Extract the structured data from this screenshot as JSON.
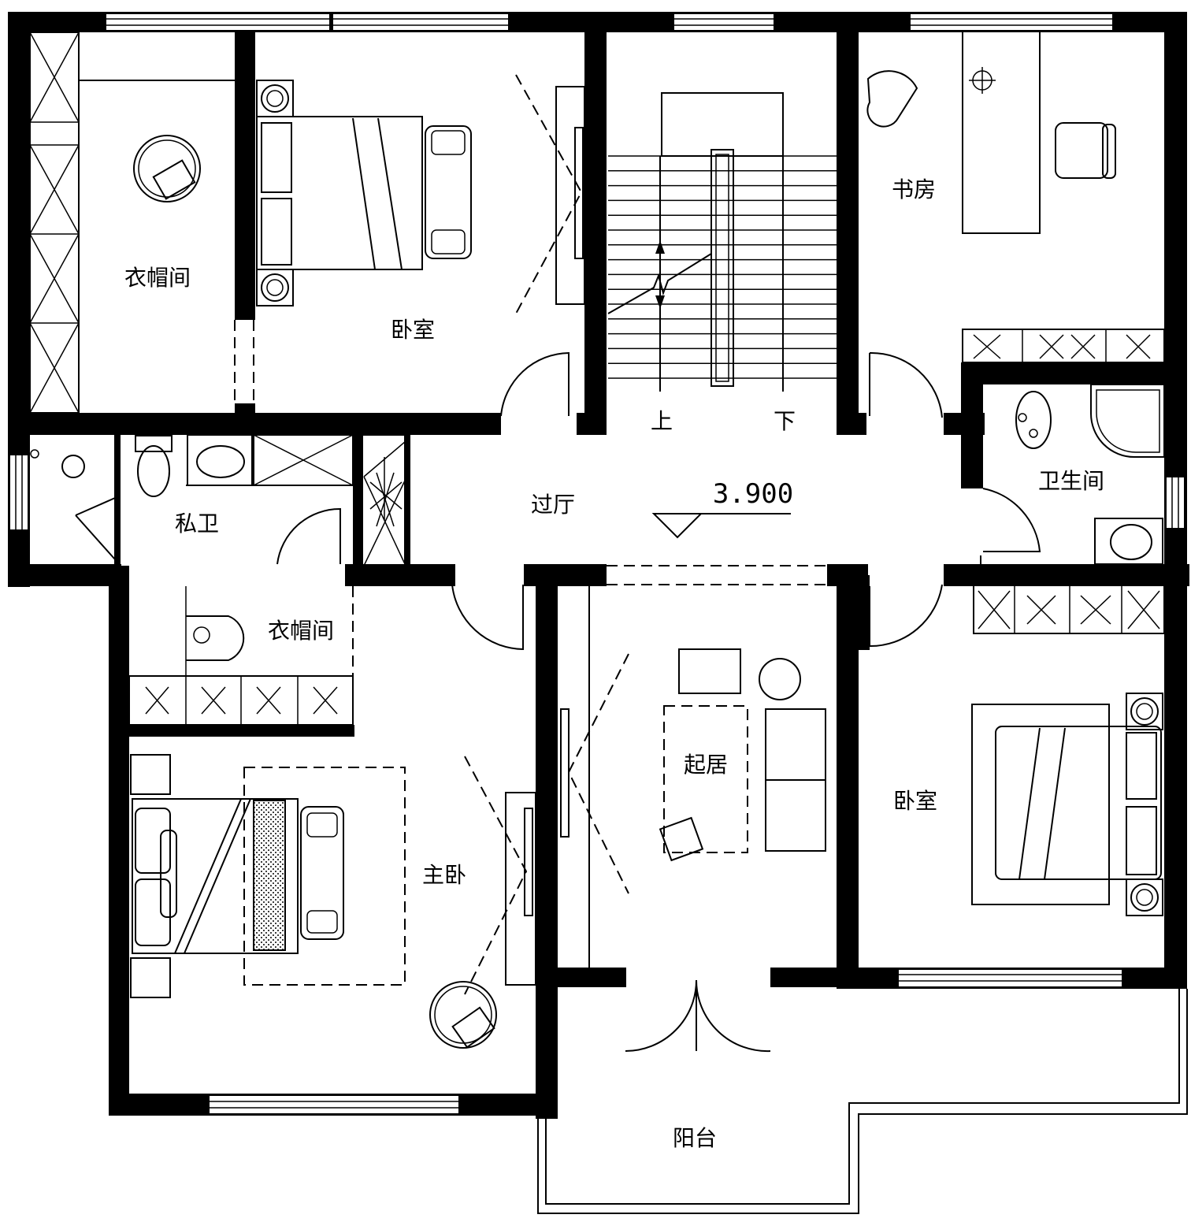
{
  "rooms": {
    "wardrobe_nw": "衣帽间",
    "bedroom_n": "卧室",
    "study": "书房",
    "bathroom": "卫生间",
    "private_bath": "私卫",
    "hall": "过厅",
    "wardrobe_w": "衣帽间",
    "living": "起居",
    "bedroom_e": "卧室",
    "master_bedroom": "主卧",
    "balcony": "阳台"
  },
  "stair": {
    "up": "上",
    "down": "下"
  },
  "level": {
    "elevation": "3.900"
  }
}
